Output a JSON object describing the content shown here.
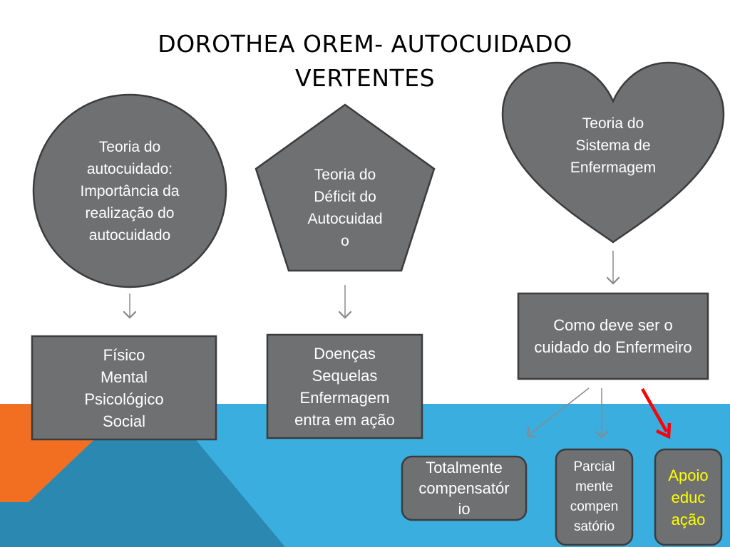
{
  "title": {
    "line1": "DOROTHEA OREM- AUTOCUIDADO",
    "line2": "VERTENTES"
  },
  "colors": {
    "shape_fill": "#6f7072",
    "shape_border": "#3c3c3c",
    "bg_blue": "#3aaedf",
    "bg_orange": "#f26f21",
    "bg_dark_blue": "#2b88b0",
    "highlight_text": "#ffff00",
    "red_arrow": "#ff0000",
    "arrow_gray": "#8a8a8a"
  },
  "nodes": {
    "circle": {
      "lines": [
        "Teoria do",
        "autocuidado:",
        "Importância da",
        "realização do",
        "autocuidado"
      ]
    },
    "pentagon": {
      "lines": [
        "Teoria do",
        "Déficit do",
        "Autocuidad",
        "o"
      ]
    },
    "heart": {
      "lines": [
        "Teoria do",
        "Sistema de",
        "Enfermagem"
      ]
    },
    "box_fisico": {
      "lines": [
        "Físico",
        "Mental",
        "Psicológico",
        "Social"
      ]
    },
    "box_doencas": {
      "lines": [
        "Doenças",
        "Sequelas",
        "Enfermagem",
        "entra em ação"
      ]
    },
    "box_cuidado": {
      "lines": [
        "Como deve ser o",
        "cuidado do Enfermeiro"
      ]
    },
    "box_totalmente": {
      "lines": [
        "Totalmente",
        "compensatór",
        "io"
      ]
    },
    "box_parcial": {
      "lines": [
        "Parcial",
        "mente",
        "compen",
        "satório"
      ]
    },
    "box_apoio": {
      "lines": [
        "Apoio",
        "educ",
        "ação"
      ]
    }
  }
}
